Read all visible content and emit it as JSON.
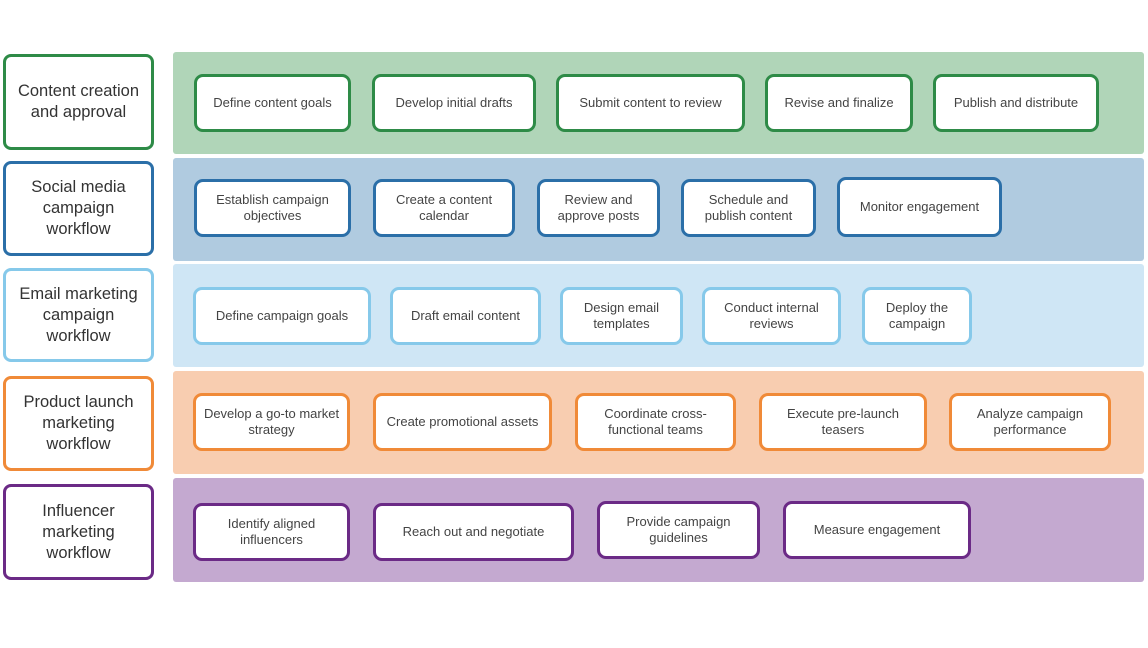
{
  "lanes": [
    {
      "label": "Content creation and approval",
      "border": "#2e8b47",
      "band": "#b0d5b8",
      "steps": [
        "Define content goals",
        "Develop initial drafts",
        "Submit content to review",
        "Revise and finalize",
        "Publish and distribute"
      ]
    },
    {
      "label": "Social media campaign workflow",
      "border": "#2b6fa8",
      "band": "#b0cbe0",
      "steps": [
        "Establish campaign objectives",
        "Create a content calendar",
        "Review and approve posts",
        "Schedule and publish content",
        "Monitor engagement"
      ]
    },
    {
      "label": "Email marketing campaign workflow",
      "border": "#86c9ea",
      "band": "#cfe6f5",
      "steps": [
        "Define campaign goals",
        "Draft email content",
        "Design email templates",
        "Conduct internal reviews",
        "Deploy the campaign"
      ]
    },
    {
      "label": "Product launch marketing workflow",
      "border": "#f08a38",
      "band": "#f8cdb0",
      "steps": [
        "Develop a go-to market strategy",
        "Create promotional assets",
        "Coordinate cross-functional teams",
        "Execute pre-launch teasers",
        "Analyze campaign performance"
      ]
    },
    {
      "label": "Influencer marketing workflow",
      "border": "#6b2a86",
      "band": "#c4a9d0",
      "steps": [
        "Identify aligned influencers",
        "Reach out and negotiate",
        "Provide campaign guidelines",
        "Measure engagement"
      ]
    }
  ]
}
